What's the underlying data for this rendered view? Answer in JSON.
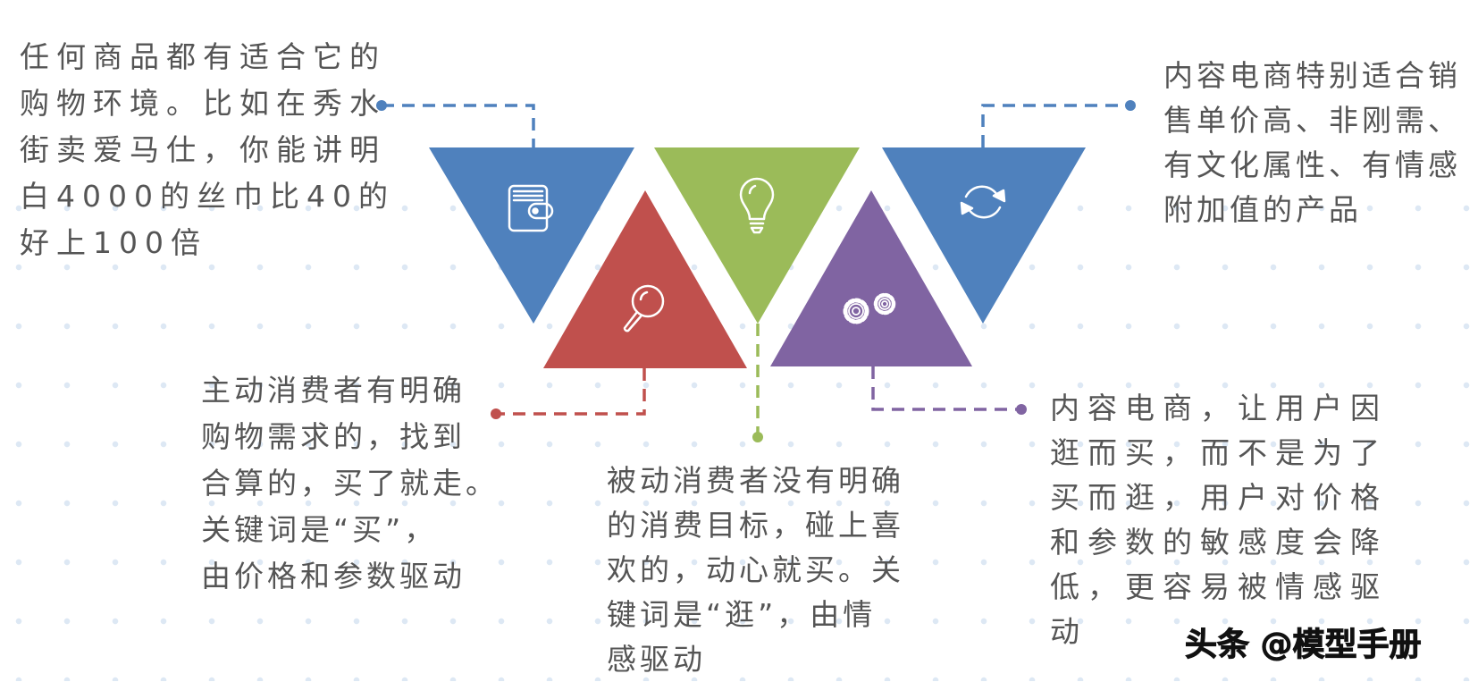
{
  "colors": {
    "blue": "#4f81bd",
    "red": "#c0504d",
    "green": "#9bbb59",
    "purple": "#8064a2",
    "text": "#555555"
  },
  "icons": [
    "wallet-icon",
    "magnifier-icon",
    "lightbulb-icon",
    "gears-icon",
    "refresh-icon"
  ],
  "blocks": {
    "top_left": {
      "lines": [
        "任何商品都有适合它的",
        "购物环境。比如在秀水",
        "街卖爱马仕，你能讲明",
        "白4000的丝巾比40的",
        "好上100倍"
      ]
    },
    "top_right": {
      "lines": [
        "内容电商特别适合销",
        "售单价高、非刚需、",
        "有文化属性、有情感",
        "附加值的产品"
      ]
    },
    "active_consumer": {
      "lines": [
        "主动消费者有明确",
        "购物需求的，找到",
        "合算的，买了就走。",
        "关键词是“买”，",
        "由价格和参数驱动"
      ]
    },
    "passive_consumer": {
      "lines": [
        "被动消费者没有明确",
        "的消费目标，碰上喜",
        "欢的，动心就买。关",
        "键词是“逛”，由情",
        "感驱动"
      ]
    },
    "content_ecommerce": {
      "lines": [
        "内容电商，让用户因",
        "逛而买，而不是为了",
        "买而逛，用户对价格",
        "和参数的敏感度会降",
        "低，更容易被情感驱",
        "动"
      ]
    }
  },
  "watermark": "头条 @模型手册"
}
